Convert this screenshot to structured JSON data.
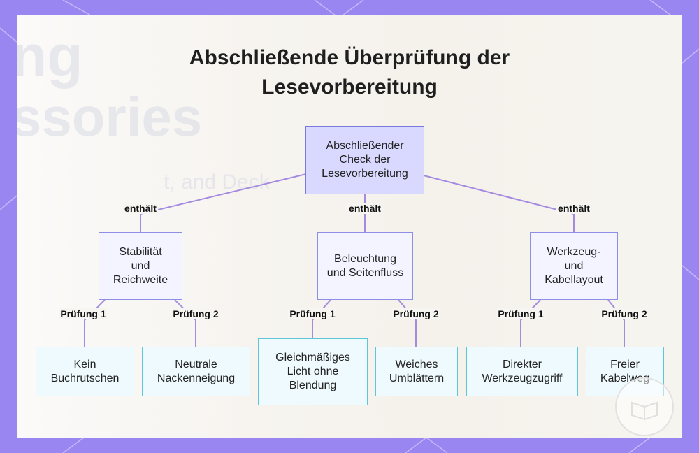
{
  "title": "Abschließende Überprüfung der Lesevorbereitung",
  "root": {
    "label": "Abschließender Check der Lesevorbereitung"
  },
  "branches": [
    {
      "edge_label": "enthält",
      "label": "Stabilität und Reichweite",
      "children": [
        {
          "edge_label": "Prüfung 1",
          "label": "Kein Buchrutschen"
        },
        {
          "edge_label": "Prüfung 2",
          "label": "Neutrale Nackenneigung"
        }
      ]
    },
    {
      "edge_label": "enthält",
      "label": "Beleuchtung und Seitenfluss",
      "children": [
        {
          "edge_label": "Prüfung 1",
          "label": "Gleichmäßiges Licht ohne Blendung"
        },
        {
          "edge_label": "Prüfung 2",
          "label": "Weiches Umblättern"
        }
      ]
    },
    {
      "edge_label": "enthält",
      "label": "Werkzeug- und Kabellayout",
      "children": [
        {
          "edge_label": "Prüfung 1",
          "label": "Direkter Werkzeugzugriff"
        },
        {
          "edge_label": "Prüfung 2",
          "label": "Freier Kabelweg"
        }
      ]
    }
  ],
  "background_text": [
    "ng",
    "ssories",
    "t, and Deck"
  ],
  "colors": {
    "frame": "#9a86f0",
    "connector": "#a48be0",
    "root_fill": "#d9d9ff",
    "root_border": "#7a7adc",
    "mid_fill": "#f3f4ff",
    "mid_border": "#8e8ee6",
    "leaf_fill": "#eefafd",
    "leaf_border": "#5fc6d8"
  }
}
